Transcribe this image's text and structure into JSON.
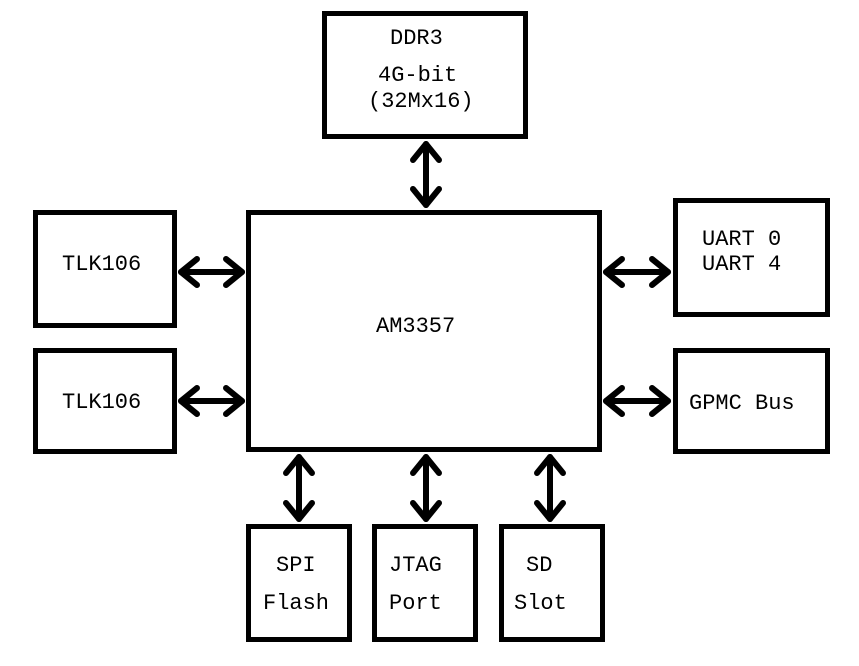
{
  "diagram": {
    "ddr3": {
      "line1": "DDR3",
      "line2": "4G-bit",
      "line3": "(32Mx16)"
    },
    "cpu": {
      "label": "AM3357"
    },
    "phy_top": {
      "label": "TLK106"
    },
    "phy_bottom": {
      "label": "TLK106"
    },
    "uart": {
      "line1": "UART 0",
      "line2": "UART 4"
    },
    "gpmc": {
      "label": "GPMC Bus"
    },
    "spi": {
      "line1": "SPI",
      "line2": "Flash"
    },
    "jtag": {
      "line1": "JTAG",
      "line2": "Port"
    },
    "sd": {
      "line1": "SD",
      "line2": "Slot"
    }
  },
  "colors": {
    "stroke": "#000000",
    "background": "#ffffff"
  }
}
